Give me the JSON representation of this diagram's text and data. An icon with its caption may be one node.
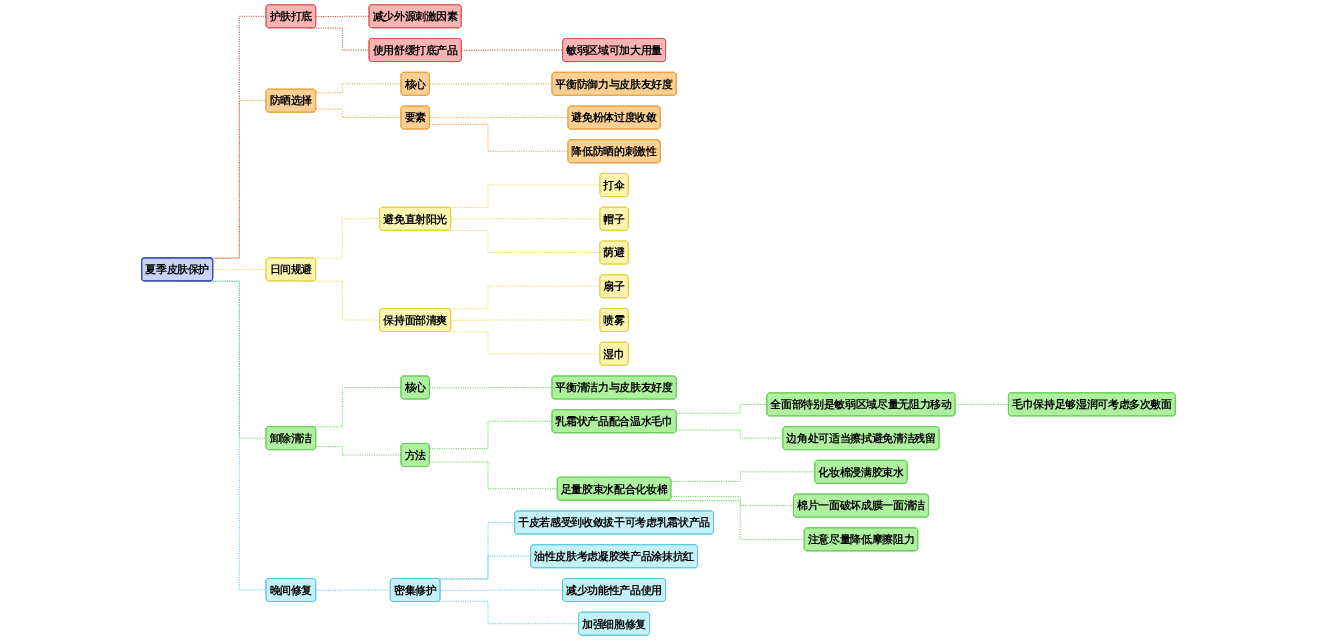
{
  "diagram": {
    "nodes": [
      {
        "text": [
          "夏季皮肤保护"
        ]
      },
      {
        "text": [
          "护肤打底"
        ]
      },
      {
        "text": [
          "减少外源刺激因素"
        ]
      },
      {
        "text": [
          "使用舒缓打底产品"
        ]
      },
      {
        "text": [
          "敏弱区域可加大用量"
        ]
      },
      {
        "text": [
          "防晒选择"
        ]
      },
      {
        "text": [
          "核心"
        ]
      },
      {
        "text": [
          "平衡防御力与皮肤友好度"
        ]
      },
      {
        "text": [
          "要素"
        ]
      },
      {
        "text": [
          "避免粉体过度收敛"
        ]
      },
      {
        "text": [
          "降低防晒的刺激性"
        ]
      },
      {
        "text": [
          "日间规避"
        ]
      },
      {
        "text": [
          "避免直射阳光"
        ]
      },
      {
        "text": [
          "打伞"
        ]
      },
      {
        "text": [
          "帽子"
        ]
      },
      {
        "text": [
          "荫避"
        ]
      },
      {
        "text": [
          "保持面部清爽"
        ]
      },
      {
        "text": [
          "扇子"
        ]
      },
      {
        "text": [
          "喷雾"
        ]
      },
      {
        "text": [
          "湿巾"
        ]
      },
      {
        "text": [
          "卸除清洁"
        ]
      },
      {
        "text": [
          "核心"
        ]
      },
      {
        "text": [
          "平衡清洁力与皮肤友好度"
        ]
      },
      {
        "text": [
          "方法"
        ]
      },
      {
        "text": [
          "乳霜状产品配合温水毛巾"
        ]
      },
      {
        "text": [
          "全面部特别是敏弱区域尽量无阻力移动"
        ]
      },
      {
        "text": [
          "毛巾保持足够湿润可考虑多次敷面"
        ]
      },
      {
        "text": [
          "边角处可适当擦拭避免清洁残留"
        ]
      },
      {
        "text": [
          "足量胶束水配合化妆棉"
        ]
      },
      {
        "text": [
          "化妆棉浸满胶束水"
        ]
      },
      {
        "text": [
          "棉片一面破坏成膜一面清洁"
        ]
      },
      {
        "text": [
          "注意尽量降低摩擦阻力"
        ]
      },
      {
        "text": [
          "晚间修复"
        ]
      },
      {
        "text": [
          "密集修护"
        ]
      },
      {
        "text": [
          "干皮若感受到收敛拔干可考虑乳霜状产品"
        ]
      },
      {
        "text": [
          "油性皮肤考虑凝胶类产品涂抹抗红"
        ]
      },
      {
        "text": [
          "减少功能性产品使用"
        ]
      },
      {
        "text": [
          "加强细胞修复"
        ]
      }
    ],
    "edges": [
      {
        "from": 0,
        "to": 1,
        "arrow": "none",
        "style": "dashed",
        "color": "#c0392b"
      },
      {
        "from": 1,
        "to": 2,
        "arrow": "none",
        "style": "dashed",
        "color": "#c0392b"
      },
      {
        "from": 1,
        "to": 3,
        "arrow": "none",
        "style": "dashed",
        "color": "#c0392b"
      },
      {
        "from": 3,
        "to": 4,
        "arrow": "none",
        "style": "dashed",
        "color": "#c0392b"
      },
      {
        "from": 0,
        "to": 5,
        "arrow": "none",
        "style": "dashed",
        "color": "#e89a2c"
      },
      {
        "from": 5,
        "to": 6,
        "arrow": "none",
        "style": "dashed",
        "color": "#e89a2c"
      },
      {
        "from": 6,
        "to": 7,
        "arrow": "none",
        "style": "dashed",
        "color": "#e89a2c"
      },
      {
        "from": 5,
        "to": 8,
        "arrow": "none",
        "style": "dashed",
        "color": "#e89a2c"
      },
      {
        "from": 8,
        "to": 9,
        "arrow": "none",
        "style": "dashed",
        "color": "#e89a2c"
      },
      {
        "from": 8,
        "to": 10,
        "arrow": "none",
        "style": "dashed",
        "color": "#e89a2c"
      },
      {
        "from": 0,
        "to": 11,
        "arrow": "none",
        "style": "dashed",
        "color": "#e6d23a"
      },
      {
        "from": 11,
        "to": 12,
        "arrow": "none",
        "style": "dashed",
        "color": "#e6d23a"
      },
      {
        "from": 12,
        "to": 13,
        "arrow": "none",
        "style": "dashed",
        "color": "#e6d23a"
      },
      {
        "from": 12,
        "to": 14,
        "arrow": "none",
        "style": "dashed",
        "color": "#e6d23a"
      },
      {
        "from": 12,
        "to": 15,
        "arrow": "none",
        "style": "dashed",
        "color": "#e6d23a"
      },
      {
        "from": 11,
        "to": 16,
        "arrow": "none",
        "style": "dashed",
        "color": "#e6d23a"
      },
      {
        "from": 16,
        "to": 17,
        "arrow": "none",
        "style": "dashed",
        "color": "#e6d23a"
      },
      {
        "from": 16,
        "to": 18,
        "arrow": "none",
        "style": "dashed",
        "color": "#e6d23a"
      },
      {
        "from": 16,
        "to": 19,
        "arrow": "none",
        "style": "dashed",
        "color": "#e6d23a"
      },
      {
        "from": 0,
        "to": 20,
        "arrow": "none",
        "style": "dashed",
        "color": "#5cc84a"
      },
      {
        "from": 20,
        "to": 21,
        "arrow": "none",
        "style": "dashed",
        "color": "#5cc84a"
      },
      {
        "from": 21,
        "to": 22,
        "arrow": "none",
        "style": "dashed",
        "color": "#5cc84a"
      },
      {
        "from": 20,
        "to": 23,
        "arrow": "none",
        "style": "dashed",
        "color": "#5cc84a"
      },
      {
        "from": 23,
        "to": 24,
        "arrow": "none",
        "style": "dashed",
        "color": "#5cc84a"
      },
      {
        "from": 24,
        "to": 25,
        "arrow": "none",
        "style": "dashed",
        "color": "#5cc84a"
      },
      {
        "from": 25,
        "to": 26,
        "arrow": "none",
        "style": "dashed",
        "color": "#5cc84a"
      },
      {
        "from": 24,
        "to": 27,
        "arrow": "none",
        "style": "dashed",
        "color": "#5cc84a"
      },
      {
        "from": 23,
        "to": 28,
        "arrow": "none",
        "style": "dashed",
        "color": "#5cc84a"
      },
      {
        "from": 28,
        "to": 29,
        "arrow": "none",
        "style": "dashed",
        "color": "#5cc84a"
      },
      {
        "from": 28,
        "to": 30,
        "arrow": "none",
        "style": "dashed",
        "color": "#5cc84a"
      },
      {
        "from": 28,
        "to": 31,
        "arrow": "none",
        "style": "dashed",
        "color": "#5cc84a"
      },
      {
        "from": 0,
        "to": 32,
        "arrow": "none",
        "style": "dashed",
        "color": "#4fc3dc"
      },
      {
        "from": 32,
        "to": 33,
        "arrow": "none",
        "style": "dashed",
        "color": "#4fc3dc"
      },
      {
        "from": 33,
        "to": 34,
        "arrow": "none",
        "style": "dashed",
        "color": "#4fc3dc"
      },
      {
        "from": 33,
        "to": 35,
        "arrow": "none",
        "style": "dashed",
        "color": "#4fc3dc"
      },
      {
        "from": 33,
        "to": 36,
        "arrow": "none",
        "style": "dashed",
        "color": "#4fc3dc"
      },
      {
        "from": 33,
        "to": 37,
        "arrow": "none",
        "style": "dashed",
        "color": "#4fc3dc"
      }
    ]
  }
}
